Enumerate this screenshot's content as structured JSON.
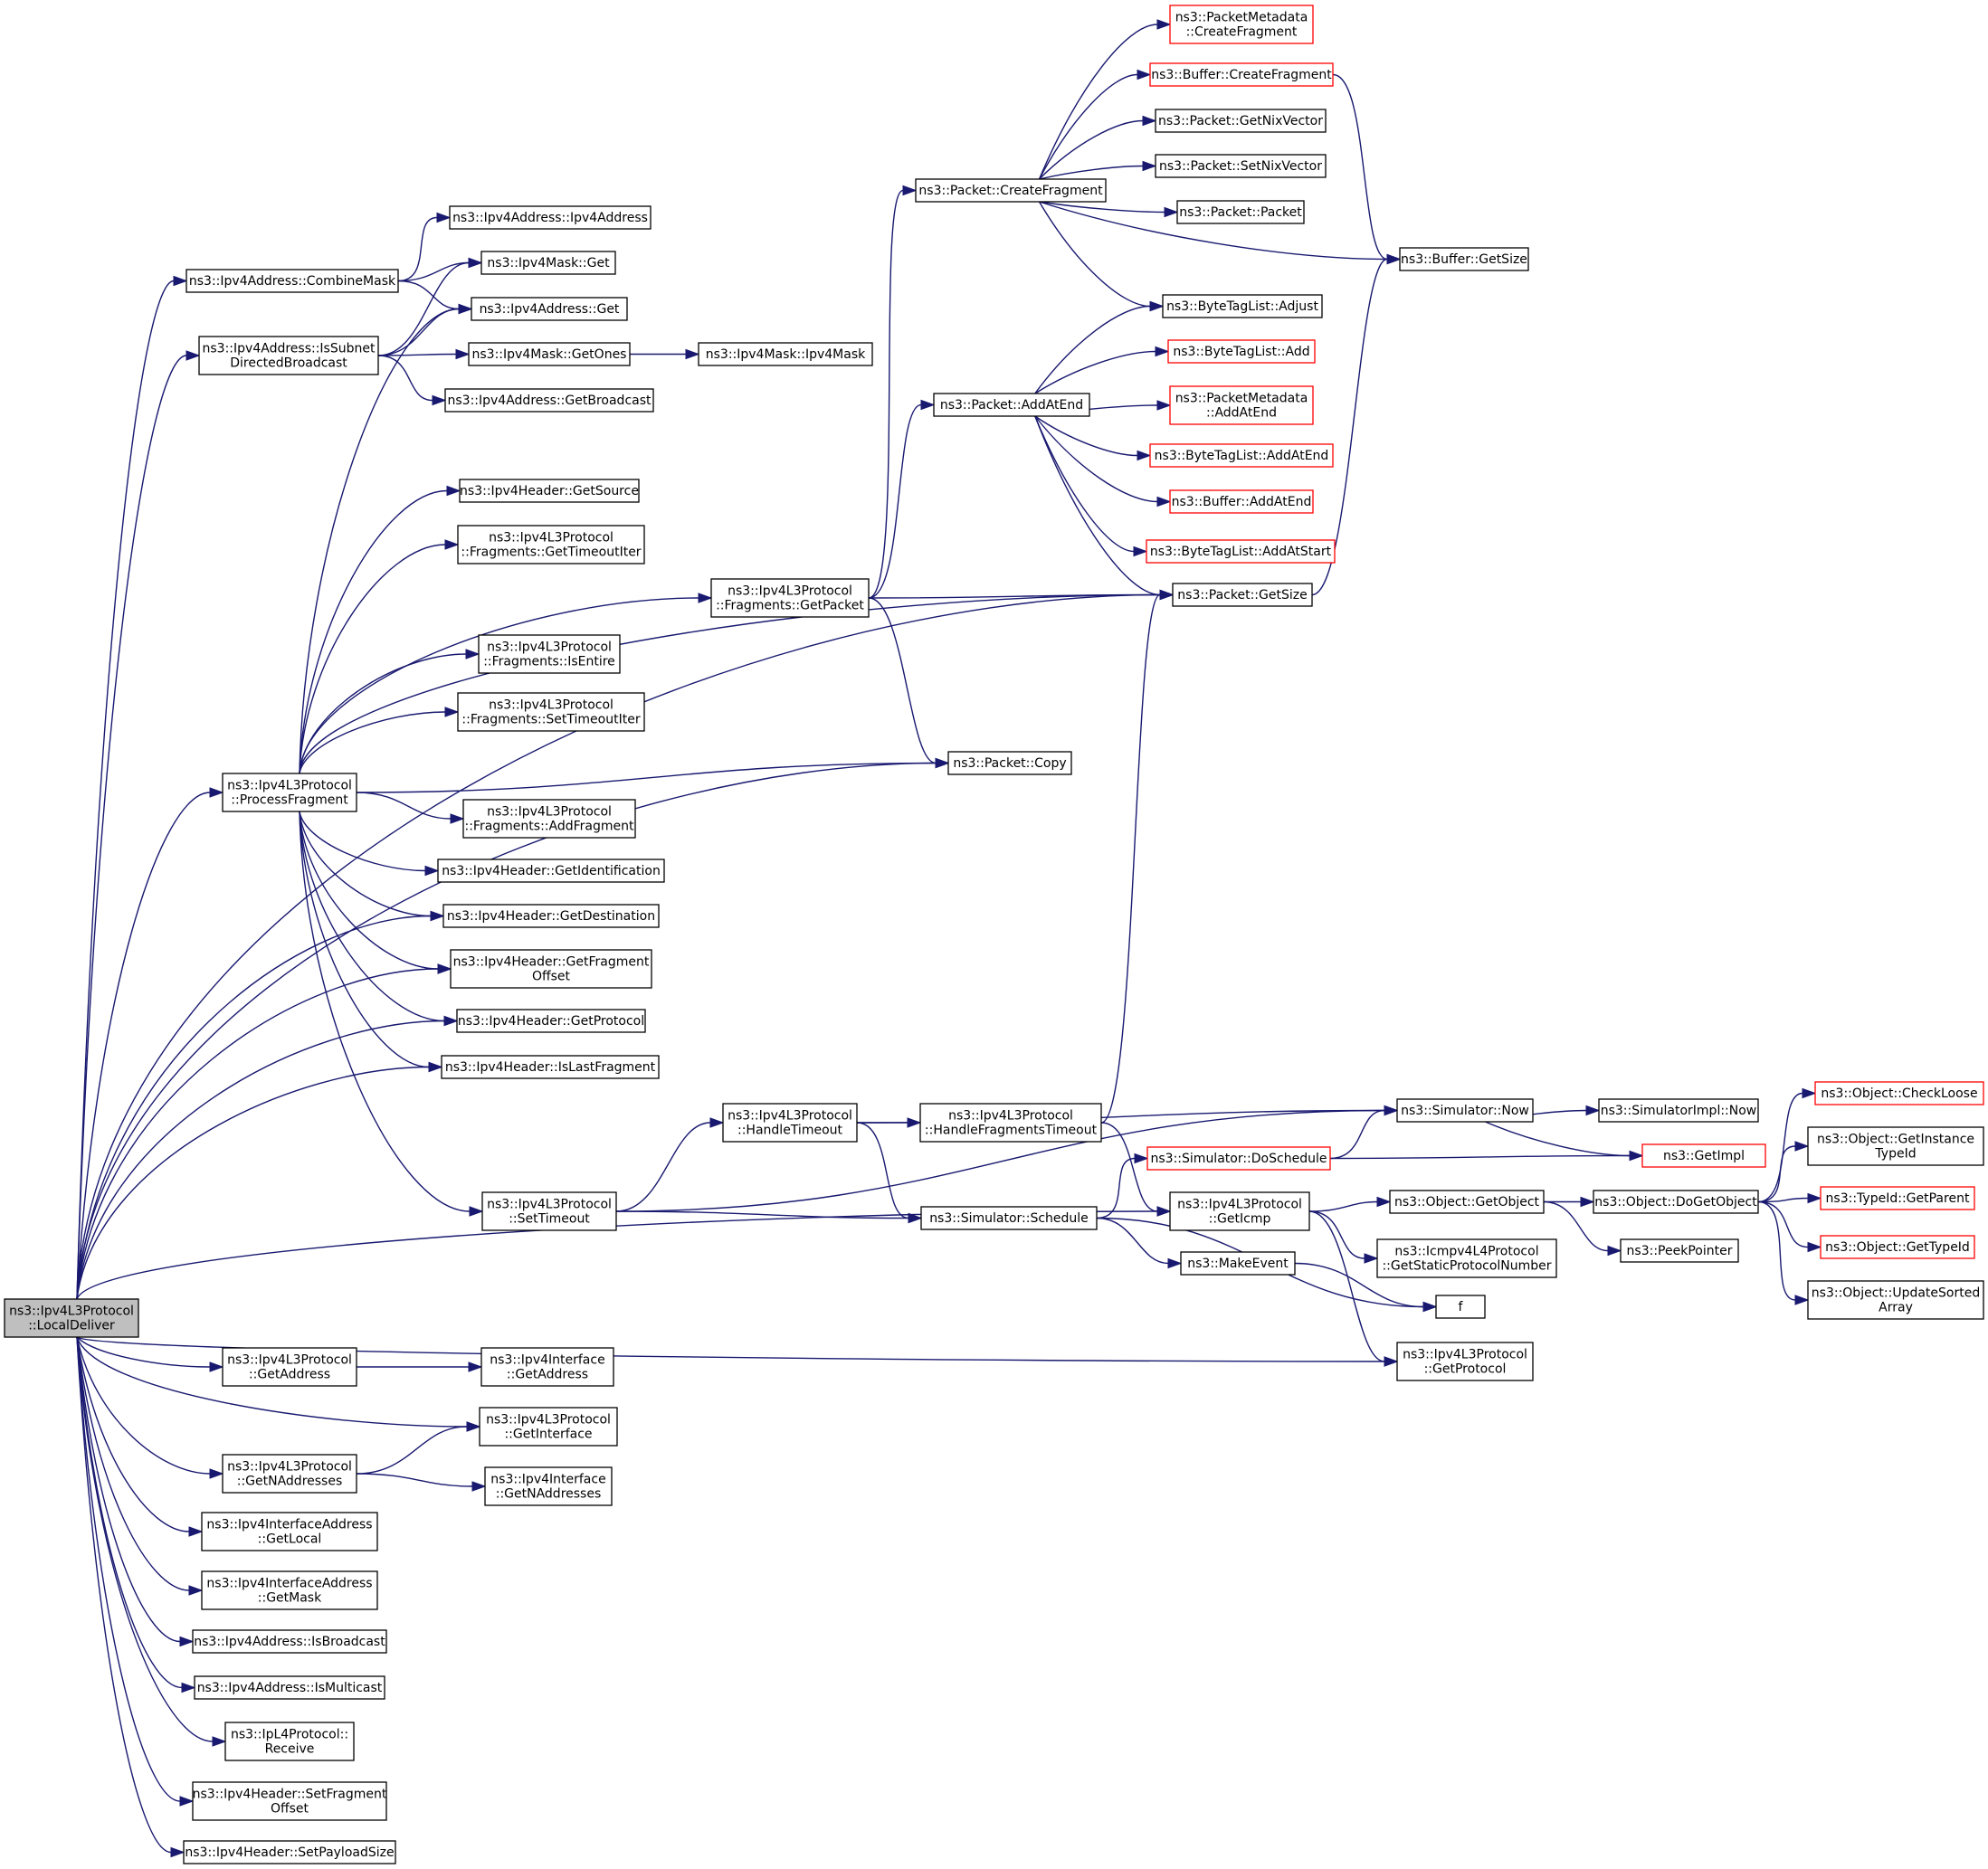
{
  "colors": {
    "edge": "#191970",
    "border": "#000000",
    "truncated_border": "#ff0000",
    "root_fill": "#bfbfbf"
  },
  "nodes": [
    {
      "id": "localdeliver",
      "lines": [
        "ns3::Ipv4L3Protocol",
        "::LocalDeliver"
      ],
      "style": "root"
    },
    {
      "id": "combinemask",
      "lines": [
        "ns3::Ipv4Address::CombineMask"
      ],
      "style": "normal"
    },
    {
      "id": "issubnet",
      "lines": [
        "ns3::Ipv4Address::IsSubnet",
        "DirectedBroadcast"
      ],
      "style": "normal"
    },
    {
      "id": "ipv4addr_ctor",
      "lines": [
        "ns3::Ipv4Address::Ipv4Address"
      ],
      "style": "normal"
    },
    {
      "id": "ipv4mask_get",
      "lines": [
        "ns3::Ipv4Mask::Get"
      ],
      "style": "normal"
    },
    {
      "id": "ipv4addr_get",
      "lines": [
        "ns3::Ipv4Address::Get"
      ],
      "style": "normal"
    },
    {
      "id": "getones",
      "lines": [
        "ns3::Ipv4Mask::GetOnes"
      ],
      "style": "normal"
    },
    {
      "id": "ipv4mask_ctor",
      "lines": [
        "ns3::Ipv4Mask::Ipv4Mask"
      ],
      "style": "normal"
    },
    {
      "id": "getbroadcast",
      "lines": [
        "ns3::Ipv4Address::GetBroadcast"
      ],
      "style": "normal"
    },
    {
      "id": "getsource",
      "lines": [
        "ns3::Ipv4Header::GetSource"
      ],
      "style": "normal"
    },
    {
      "id": "frag_gettimeoutiter",
      "lines": [
        "ns3::Ipv4L3Protocol",
        "::Fragments::GetTimeoutIter"
      ],
      "style": "normal"
    },
    {
      "id": "frag_getpacket",
      "lines": [
        "ns3::Ipv4L3Protocol",
        "::Fragments::GetPacket"
      ],
      "style": "normal"
    },
    {
      "id": "frag_isentire",
      "lines": [
        "ns3::Ipv4L3Protocol",
        "::Fragments::IsEntire"
      ],
      "style": "normal"
    },
    {
      "id": "frag_settimeoutiter",
      "lines": [
        "ns3::Ipv4L3Protocol",
        "::Fragments::SetTimeoutIter"
      ],
      "style": "normal"
    },
    {
      "id": "processfragment",
      "lines": [
        "ns3::Ipv4L3Protocol",
        "::ProcessFragment"
      ],
      "style": "normal"
    },
    {
      "id": "frag_addfragment",
      "lines": [
        "ns3::Ipv4L3Protocol",
        "::Fragments::AddFragment"
      ],
      "style": "normal"
    },
    {
      "id": "getidentification",
      "lines": [
        "ns3::Ipv4Header::GetIdentification"
      ],
      "style": "normal"
    },
    {
      "id": "getdestination",
      "lines": [
        "ns3::Ipv4Header::GetDestination"
      ],
      "style": "normal"
    },
    {
      "id": "getfragmentoffset",
      "lines": [
        "ns3::Ipv4Header::GetFragment",
        "Offset"
      ],
      "style": "normal"
    },
    {
      "id": "hdr_getprotocol",
      "lines": [
        "ns3::Ipv4Header::GetProtocol"
      ],
      "style": "normal"
    },
    {
      "id": "islastfragment",
      "lines": [
        "ns3::Ipv4Header::IsLastFragment"
      ],
      "style": "normal"
    },
    {
      "id": "packet_copy",
      "lines": [
        "ns3::Packet::Copy"
      ],
      "style": "normal"
    },
    {
      "id": "pm_createfragment",
      "lines": [
        "ns3::PacketMetadata",
        "::CreateFragment"
      ],
      "style": "red"
    },
    {
      "id": "buf_createfragment",
      "lines": [
        "ns3::Buffer::CreateFragment"
      ],
      "style": "red"
    },
    {
      "id": "getnixvector",
      "lines": [
        "ns3::Packet::GetNixVector"
      ],
      "style": "normal"
    },
    {
      "id": "setnixvector",
      "lines": [
        "ns3::Packet::SetNixVector"
      ],
      "style": "normal"
    },
    {
      "id": "packet_createfragment",
      "lines": [
        "ns3::Packet::CreateFragment"
      ],
      "style": "normal"
    },
    {
      "id": "packet_packet",
      "lines": [
        "ns3::Packet::Packet"
      ],
      "style": "normal"
    },
    {
      "id": "buf_getsize",
      "lines": [
        "ns3::Buffer::GetSize"
      ],
      "style": "normal"
    },
    {
      "id": "btl_adjust",
      "lines": [
        "ns3::ByteTagList::Adjust"
      ],
      "style": "normal"
    },
    {
      "id": "btl_add",
      "lines": [
        "ns3::ByteTagList::Add"
      ],
      "style": "red"
    },
    {
      "id": "packet_addatend",
      "lines": [
        "ns3::Packet::AddAtEnd"
      ],
      "style": "normal"
    },
    {
      "id": "pm_addatend",
      "lines": [
        "ns3::PacketMetadata",
        "::AddAtEnd"
      ],
      "style": "red"
    },
    {
      "id": "btl_addatend",
      "lines": [
        "ns3::ByteTagList::AddAtEnd"
      ],
      "style": "red"
    },
    {
      "id": "buf_addatend",
      "lines": [
        "ns3::Buffer::AddAtEnd"
      ],
      "style": "red"
    },
    {
      "id": "btl_addatstart",
      "lines": [
        "ns3::ByteTagList::AddAtStart"
      ],
      "style": "red"
    },
    {
      "id": "packet_getsize",
      "lines": [
        "ns3::Packet::GetSize"
      ],
      "style": "normal"
    },
    {
      "id": "handletimeout",
      "lines": [
        "ns3::Ipv4L3Protocol",
        "::HandleTimeout"
      ],
      "style": "normal"
    },
    {
      "id": "handlefragmentstimeout",
      "lines": [
        "ns3::Ipv4L3Protocol",
        "::HandleFragmentsTimeout"
      ],
      "style": "normal"
    },
    {
      "id": "settimeout",
      "lines": [
        "ns3::Ipv4L3Protocol",
        "::SetTimeout"
      ],
      "style": "normal"
    },
    {
      "id": "sim_schedule",
      "lines": [
        "ns3::Simulator::Schedule"
      ],
      "style": "normal"
    },
    {
      "id": "sim_doschedule",
      "lines": [
        "ns3::Simulator::DoSchedule"
      ],
      "style": "red"
    },
    {
      "id": "sim_now",
      "lines": [
        "ns3::Simulator::Now"
      ],
      "style": "normal"
    },
    {
      "id": "simimpl_now",
      "lines": [
        "ns3::SimulatorImpl::Now"
      ],
      "style": "normal"
    },
    {
      "id": "getimpl",
      "lines": [
        "ns3::GetImpl"
      ],
      "style": "red"
    },
    {
      "id": "geticmp",
      "lines": [
        "ns3::Ipv4L3Protocol",
        "::GetIcmp"
      ],
      "style": "normal"
    },
    {
      "id": "makeevent",
      "lines": [
        "ns3::MakeEvent"
      ],
      "style": "normal"
    },
    {
      "id": "f",
      "lines": [
        "f"
      ],
      "style": "normal"
    },
    {
      "id": "obj_getobject",
      "lines": [
        "ns3::Object::GetObject"
      ],
      "style": "normal"
    },
    {
      "id": "icmp_getstatic",
      "lines": [
        "ns3::Icmpv4L4Protocol",
        "::GetStaticProtocolNumber"
      ],
      "style": "normal"
    },
    {
      "id": "l3_getprotocol",
      "lines": [
        "ns3::Ipv4L3Protocol",
        "::GetProtocol"
      ],
      "style": "normal"
    },
    {
      "id": "peekpointer",
      "lines": [
        "ns3::PeekPointer"
      ],
      "style": "normal"
    },
    {
      "id": "obj_dogetobject",
      "lines": [
        "ns3::Object::DoGetObject"
      ],
      "style": "normal"
    },
    {
      "id": "obj_checkloose",
      "lines": [
        "ns3::Object::CheckLoose"
      ],
      "style": "red"
    },
    {
      "id": "obj_getinstancetypeid",
      "lines": [
        "ns3::Object::GetInstance",
        "TypeId"
      ],
      "style": "normal"
    },
    {
      "id": "typeid_getparent",
      "lines": [
        "ns3::TypeId::GetParent"
      ],
      "style": "red"
    },
    {
      "id": "obj_gettypeid",
      "lines": [
        "ns3::Object::GetTypeId"
      ],
      "style": "red"
    },
    {
      "id": "obj_updatesorted",
      "lines": [
        "ns3::Object::UpdateSorted",
        "Array"
      ],
      "style": "normal"
    },
    {
      "id": "l3_getaddress",
      "lines": [
        "ns3::Ipv4L3Protocol",
        "::GetAddress"
      ],
      "style": "normal"
    },
    {
      "id": "if_getaddress",
      "lines": [
        "ns3::Ipv4Interface",
        "::GetAddress"
      ],
      "style": "normal"
    },
    {
      "id": "l3_getinterface",
      "lines": [
        "ns3::Ipv4L3Protocol",
        "::GetInterface"
      ],
      "style": "normal"
    },
    {
      "id": "l3_getnaddresses",
      "lines": [
        "ns3::Ipv4L3Protocol",
        "::GetNAddresses"
      ],
      "style": "normal"
    },
    {
      "id": "if_getnaddresses",
      "lines": [
        "ns3::Ipv4Interface",
        "::GetNAddresses"
      ],
      "style": "normal"
    },
    {
      "id": "ifaddr_getlocal",
      "lines": [
        "ns3::Ipv4InterfaceAddress",
        "::GetLocal"
      ],
      "style": "normal"
    },
    {
      "id": "ifaddr_getmask",
      "lines": [
        "ns3::Ipv4InterfaceAddress",
        "::GetMask"
      ],
      "style": "normal"
    },
    {
      "id": "isbroadcast",
      "lines": [
        "ns3::Ipv4Address::IsBroadcast"
      ],
      "style": "normal"
    },
    {
      "id": "ismulticast",
      "lines": [
        "ns3::Ipv4Address::IsMulticast"
      ],
      "style": "normal"
    },
    {
      "id": "ipl4_receive",
      "lines": [
        "ns3::IpL4Protocol::",
        "Receive"
      ],
      "style": "normal"
    },
    {
      "id": "setfragmentoffset",
      "lines": [
        "ns3::Ipv4Header::SetFragment",
        "Offset"
      ],
      "style": "normal"
    },
    {
      "id": "setpayloadsize",
      "lines": [
        "ns3::Ipv4Header::SetPayloadSize"
      ],
      "style": "normal"
    }
  ],
  "edges": [
    [
      "localdeliver",
      "combinemask"
    ],
    [
      "localdeliver",
      "issubnet"
    ],
    [
      "localdeliver",
      "processfragment"
    ],
    [
      "localdeliver",
      "getdestination"
    ],
    [
      "localdeliver",
      "getfragmentoffset"
    ],
    [
      "localdeliver",
      "hdr_getprotocol"
    ],
    [
      "localdeliver",
      "islastfragment"
    ],
    [
      "localdeliver",
      "packet_copy"
    ],
    [
      "localdeliver",
      "packet_getsize"
    ],
    [
      "localdeliver",
      "geticmp"
    ],
    [
      "localdeliver",
      "l3_getprotocol"
    ],
    [
      "localdeliver",
      "l3_getaddress"
    ],
    [
      "localdeliver",
      "l3_getinterface"
    ],
    [
      "localdeliver",
      "l3_getnaddresses"
    ],
    [
      "localdeliver",
      "ifaddr_getlocal"
    ],
    [
      "localdeliver",
      "ifaddr_getmask"
    ],
    [
      "localdeliver",
      "isbroadcast"
    ],
    [
      "localdeliver",
      "ismulticast"
    ],
    [
      "localdeliver",
      "ipl4_receive"
    ],
    [
      "localdeliver",
      "setfragmentoffset"
    ],
    [
      "localdeliver",
      "setpayloadsize"
    ],
    [
      "combinemask",
      "ipv4addr_ctor"
    ],
    [
      "combinemask",
      "ipv4mask_get"
    ],
    [
      "combinemask",
      "ipv4addr_get"
    ],
    [
      "issubnet",
      "ipv4mask_get"
    ],
    [
      "issubnet",
      "ipv4addr_get"
    ],
    [
      "issubnet",
      "getones"
    ],
    [
      "issubnet",
      "getbroadcast"
    ],
    [
      "getones",
      "ipv4mask_ctor"
    ],
    [
      "processfragment",
      "ipv4addr_get"
    ],
    [
      "processfragment",
      "getsource"
    ],
    [
      "processfragment",
      "frag_gettimeoutiter"
    ],
    [
      "processfragment",
      "frag_getpacket"
    ],
    [
      "processfragment",
      "frag_isentire"
    ],
    [
      "processfragment",
      "frag_settimeoutiter"
    ],
    [
      "processfragment",
      "packet_copy"
    ],
    [
      "processfragment",
      "frag_addfragment"
    ],
    [
      "processfragment",
      "getidentification"
    ],
    [
      "processfragment",
      "getdestination"
    ],
    [
      "processfragment",
      "getfragmentoffset"
    ],
    [
      "processfragment",
      "hdr_getprotocol"
    ],
    [
      "processfragment",
      "islastfragment"
    ],
    [
      "processfragment",
      "settimeout"
    ],
    [
      "processfragment",
      "packet_getsize"
    ],
    [
      "frag_getpacket",
      "packet_createfragment"
    ],
    [
      "frag_getpacket",
      "packet_addatend"
    ],
    [
      "frag_getpacket",
      "packet_getsize"
    ],
    [
      "frag_getpacket",
      "packet_copy"
    ],
    [
      "packet_createfragment",
      "pm_createfragment"
    ],
    [
      "packet_createfragment",
      "buf_createfragment"
    ],
    [
      "packet_createfragment",
      "getnixvector"
    ],
    [
      "packet_createfragment",
      "setnixvector"
    ],
    [
      "packet_createfragment",
      "packet_packet"
    ],
    [
      "packet_createfragment",
      "buf_getsize"
    ],
    [
      "packet_createfragment",
      "btl_adjust"
    ],
    [
      "buf_createfragment",
      "buf_getsize"
    ],
    [
      "packet_addatend",
      "btl_adjust"
    ],
    [
      "packet_addatend",
      "btl_add"
    ],
    [
      "packet_addatend",
      "pm_addatend"
    ],
    [
      "packet_addatend",
      "btl_addatend"
    ],
    [
      "packet_addatend",
      "buf_addatend"
    ],
    [
      "packet_addatend",
      "btl_addatstart"
    ],
    [
      "packet_addatend",
      "packet_getsize"
    ],
    [
      "packet_getsize",
      "buf_getsize"
    ],
    [
      "settimeout",
      "handletimeout"
    ],
    [
      "settimeout",
      "sim_now"
    ],
    [
      "settimeout",
      "sim_schedule"
    ],
    [
      "handletimeout",
      "sim_now"
    ],
    [
      "handletimeout",
      "handlefragmentstimeout"
    ],
    [
      "handletimeout",
      "sim_schedule"
    ],
    [
      "handlefragmentstimeout",
      "packet_getsize"
    ],
    [
      "handlefragmentstimeout",
      "geticmp"
    ],
    [
      "sim_schedule",
      "sim_doschedule"
    ],
    [
      "sim_schedule",
      "makeevent"
    ],
    [
      "sim_schedule",
      "f"
    ],
    [
      "sim_doschedule",
      "sim_now"
    ],
    [
      "sim_doschedule",
      "getimpl"
    ],
    [
      "sim_now",
      "simimpl_now"
    ],
    [
      "sim_now",
      "getimpl"
    ],
    [
      "makeevent",
      "f"
    ],
    [
      "geticmp",
      "obj_getobject"
    ],
    [
      "geticmp",
      "icmp_getstatic"
    ],
    [
      "geticmp",
      "l3_getprotocol"
    ],
    [
      "obj_getobject",
      "obj_dogetobject"
    ],
    [
      "obj_getobject",
      "peekpointer"
    ],
    [
      "obj_dogetobject",
      "obj_checkloose"
    ],
    [
      "obj_dogetobject",
      "obj_getinstancetypeid"
    ],
    [
      "obj_dogetobject",
      "typeid_getparent"
    ],
    [
      "obj_dogetobject",
      "obj_gettypeid"
    ],
    [
      "obj_dogetobject",
      "obj_updatesorted"
    ],
    [
      "l3_getaddress",
      "if_getaddress"
    ],
    [
      "l3_getnaddresses",
      "l3_getinterface"
    ],
    [
      "l3_getnaddresses",
      "if_getnaddresses"
    ]
  ]
}
